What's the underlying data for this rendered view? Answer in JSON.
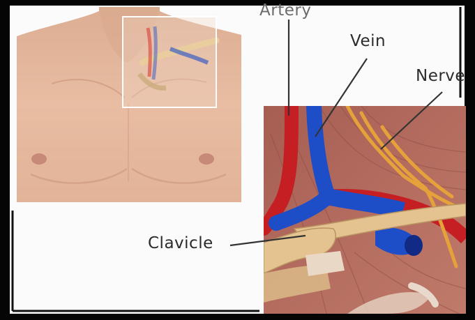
{
  "labels": {
    "artery": "Artery",
    "vein": "Vein",
    "nerve": "Nerve",
    "clavicle": "Clavicle"
  },
  "colors": {
    "background": "#050505",
    "panel": "#fbfbfb",
    "skin": "#e8bda2",
    "artery": "#d8332e",
    "vein": "#1e4ec7",
    "nerve": "#e6a23a",
    "muscle": "#b56a5c",
    "bone": "#e4c391",
    "leader": "#333333"
  }
}
